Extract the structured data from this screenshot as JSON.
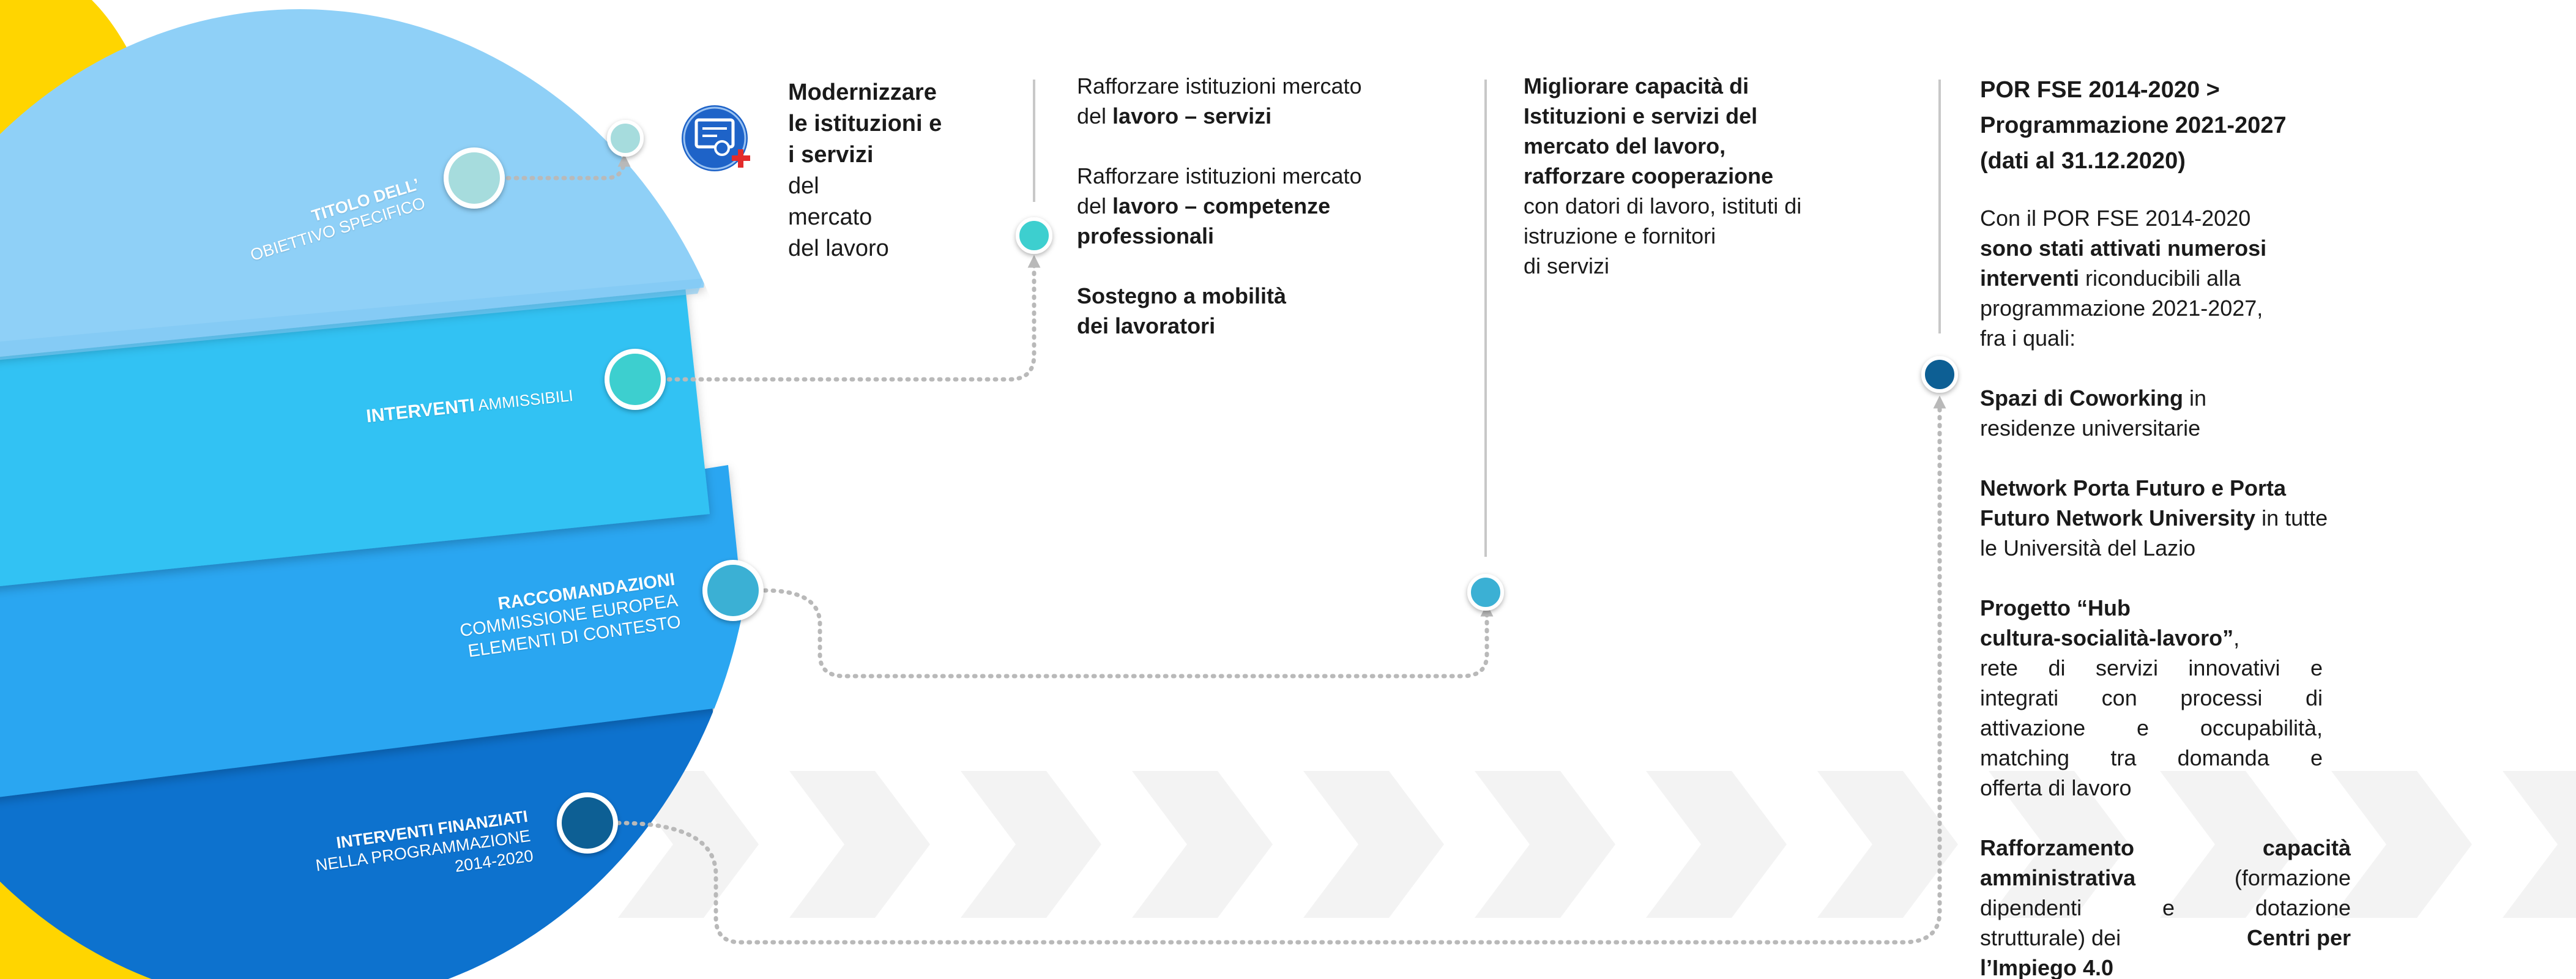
{
  "colors": {
    "yellow": "#FFD500",
    "band1": "#8FD0F7",
    "band2": "#33C2F3",
    "band3": "#2AA6F1",
    "band4": "#1072CE",
    "dot1": "#A6DCDD",
    "dot2": "#3CCFCF",
    "dot3": "#3BB0D4",
    "dot4": "#0B5E94",
    "arrow": "#B9B9B9",
    "divider": "#C8C8C8",
    "icon": "#1E63C8",
    "icon_plus": "#E32B2B"
  },
  "icons": [
    "certificate-icon",
    "plus-icon"
  ],
  "bands": [
    {
      "bold": "TITOLO DELL’",
      "normal": "OBIETTIVO SPECIFICO"
    },
    {
      "bold": "INTERVENTI",
      "normal": " AMMISSIBILI"
    },
    {
      "bold": "RACCOMANDAZIONI",
      "line2": "COMMISSIONE EUROPEA",
      "line3": "ELEMENTI DI CONTESTO"
    },
    {
      "bold": "INTERVENTI FINANZIATI",
      "line2": "NELLA PROGRAMMAZIONE",
      "line3": "2014-2020"
    }
  ],
  "col1": {
    "bold1": "Modernizzare",
    "bold2": "le istituzioni e",
    "bold3": "i servizi",
    "l4": "del",
    "l5": "mercato",
    "l6": "del lavoro"
  },
  "col2": {
    "p1_l1": "Rafforzare istituzioni mercato",
    "p1_l2a": "del ",
    "p1_l2b": "lavoro – servizi",
    "p2_l1": "Rafforzare istituzioni mercato",
    "p2_l2a": "del ",
    "p2_l2b": "lavoro – competenze",
    "p2_l3": "professionali",
    "p3_l1": "Sostegno a mobilità",
    "p3_l2": "dei lavoratori"
  },
  "col3": {
    "b1": "Migliorare capacità di",
    "b2": "Istituzioni e servizi del",
    "b3": "mercato del lavoro,",
    "b4": "rafforzare cooperazione",
    "n1": "con datori di lavoro, istituti di",
    "n2": "istruzione e fornitori",
    "n3": "di servizi"
  },
  "col4": {
    "title1": "POR FSE 2014-2020 >",
    "title2": "Programmazione  2021-2027",
    "title3": "(dati al 31.12.2020)",
    "intro1": "Con il POR FSE 2014-2020",
    "intro2": "sono stati attivati numerosi",
    "intro3b": "interventi",
    "intro3n": " riconducibili alla",
    "intro4": "programmazione 2021-2027,",
    "intro5": "fra i quali:",
    "i1b": "Spazi di Coworking",
    "i1n1": " in",
    "i1n2": "residenze universitarie",
    "i2b1": "Network Porta Futuro e Porta",
    "i2b2": "Futuro Network University",
    "i2n1": " in  tutte",
    "i2n2": "le Università del Lazio",
    "i3b1": "Progetto “Hub",
    "i3b2": "cultura-socialità-lavoro”",
    "i3n0": ",",
    "i3n1": "rete di servizi innovativi e",
    "i3n2": "integrati con processi di",
    "i3n3": "attivazione e occupabilità,",
    "i3n4": "matching tra domanda e",
    "i3n5": "offerta di lavoro",
    "i4b1": "Rafforzamento capacità",
    "i4b2": "amministrativa",
    "i4n1": " (formazione",
    "i4n2": "dipendenti e dotazione",
    "i4n3a": "strutturale) dei ",
    "i4b3": "Centri per",
    "i4b4": "l’Impiego 4.0"
  }
}
